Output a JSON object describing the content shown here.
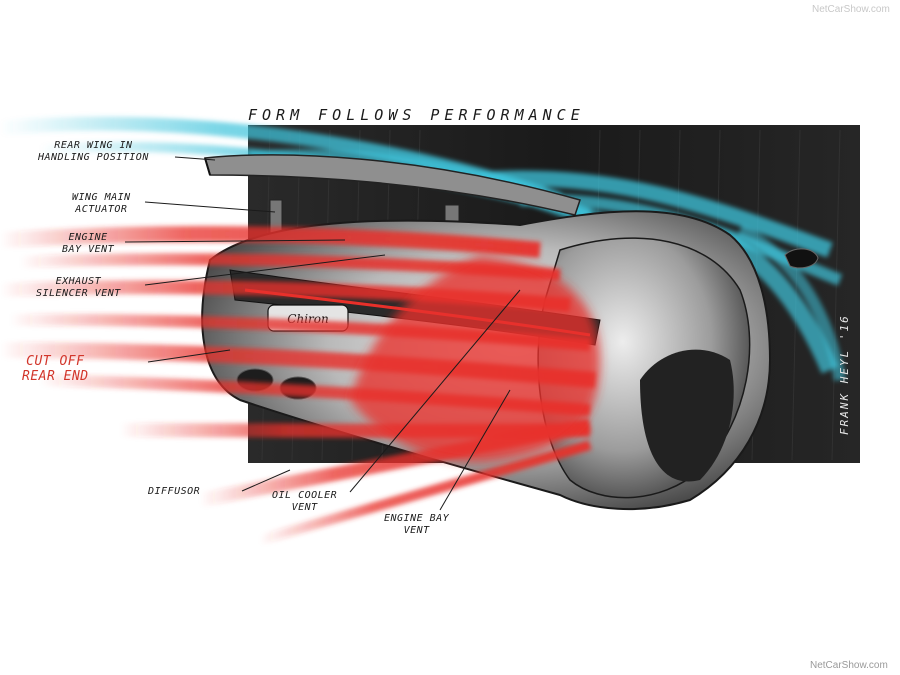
{
  "title": "FORM FOLLOWS PERFORMANCE",
  "labels": {
    "rear_wing": "REAR WING IN\nHANDLING POSITION",
    "wing_actuator": "WING MAIN\nACTUATOR",
    "engine_bay_vent_top": "ENGINE\nBAY VENT",
    "exhaust_vent": "EXHAUST\nSILENCER VENT",
    "cut_off": "CUT OFF\nREAR END",
    "diffusor": "DIFFUSOR",
    "oil_cooler": "OIL COOLER\nVENT",
    "engine_bay_vent_bottom": "ENGINE BAY\nVENT"
  },
  "badge": "Chiron",
  "signature": "FRANK HEYL '16",
  "watermark_top": "NetCarShow.com",
  "watermark_bottom": "NetCarShow.com",
  "colors": {
    "airflow_red": "#e8302a",
    "airflow_cyan": "#3fc4dc",
    "panel_dark": "#1a1a1a",
    "ink": "#1b1b1b"
  }
}
